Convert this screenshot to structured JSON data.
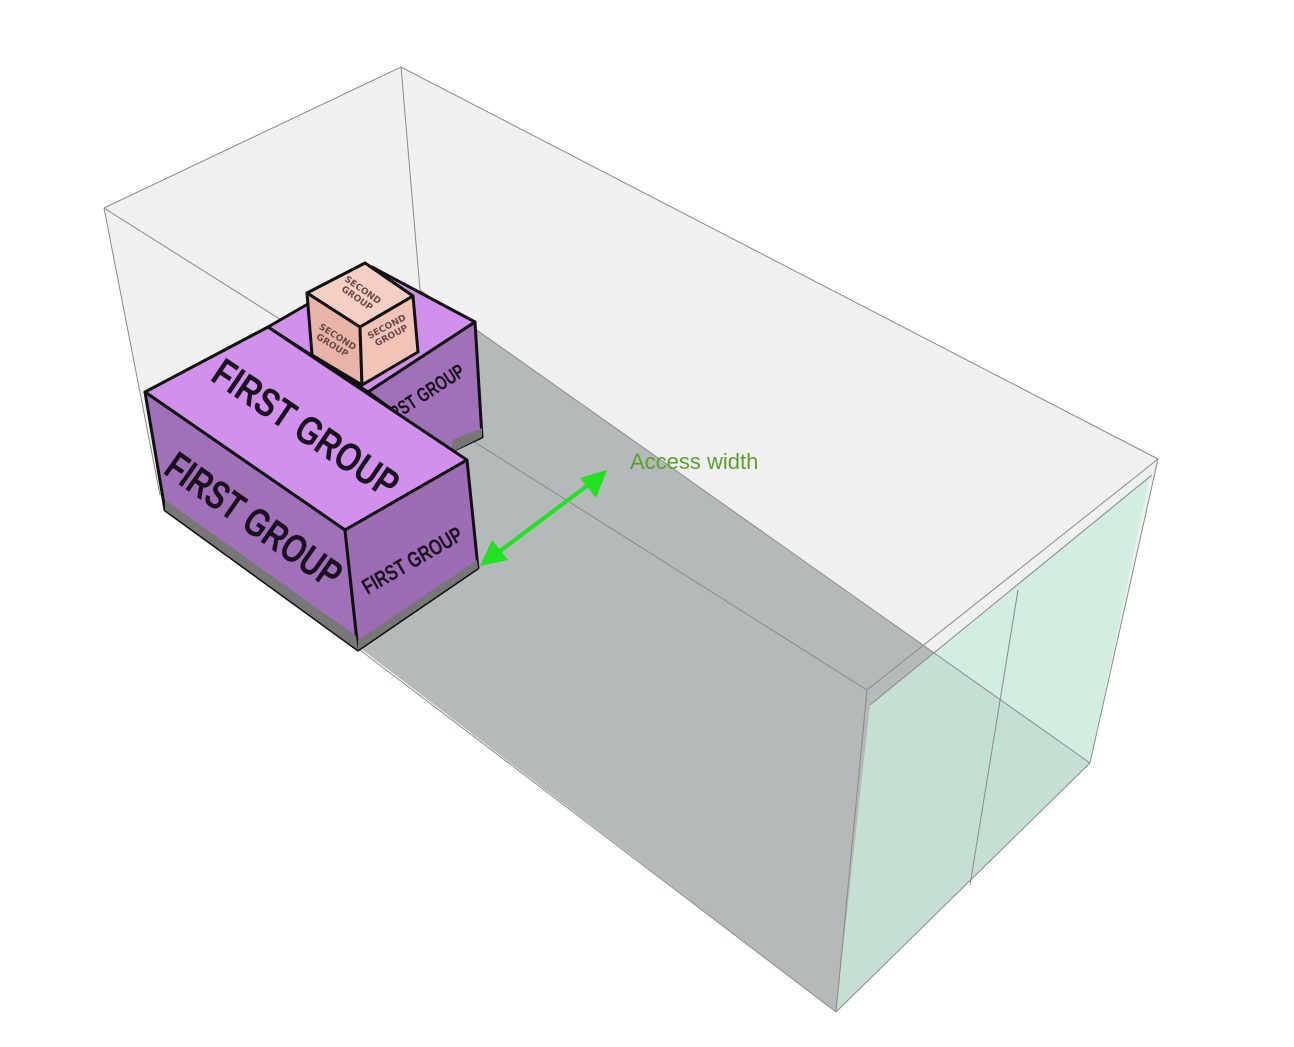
{
  "diagram": {
    "annotation": "Access width",
    "groups": {
      "first": "FIRST GROUP",
      "second_line1": "SECOND",
      "second_line2": "GROUP"
    },
    "colors": {
      "first_group_top": "#d190ec",
      "first_group_side": "#a070b8",
      "second_group": "#f2c4b8",
      "floor": "#b4b9b9",
      "container_wall": "#f0f0f0",
      "door": "#d8f5e6",
      "arrow": "#22e022",
      "annotation_text": "#5aa02c"
    }
  }
}
